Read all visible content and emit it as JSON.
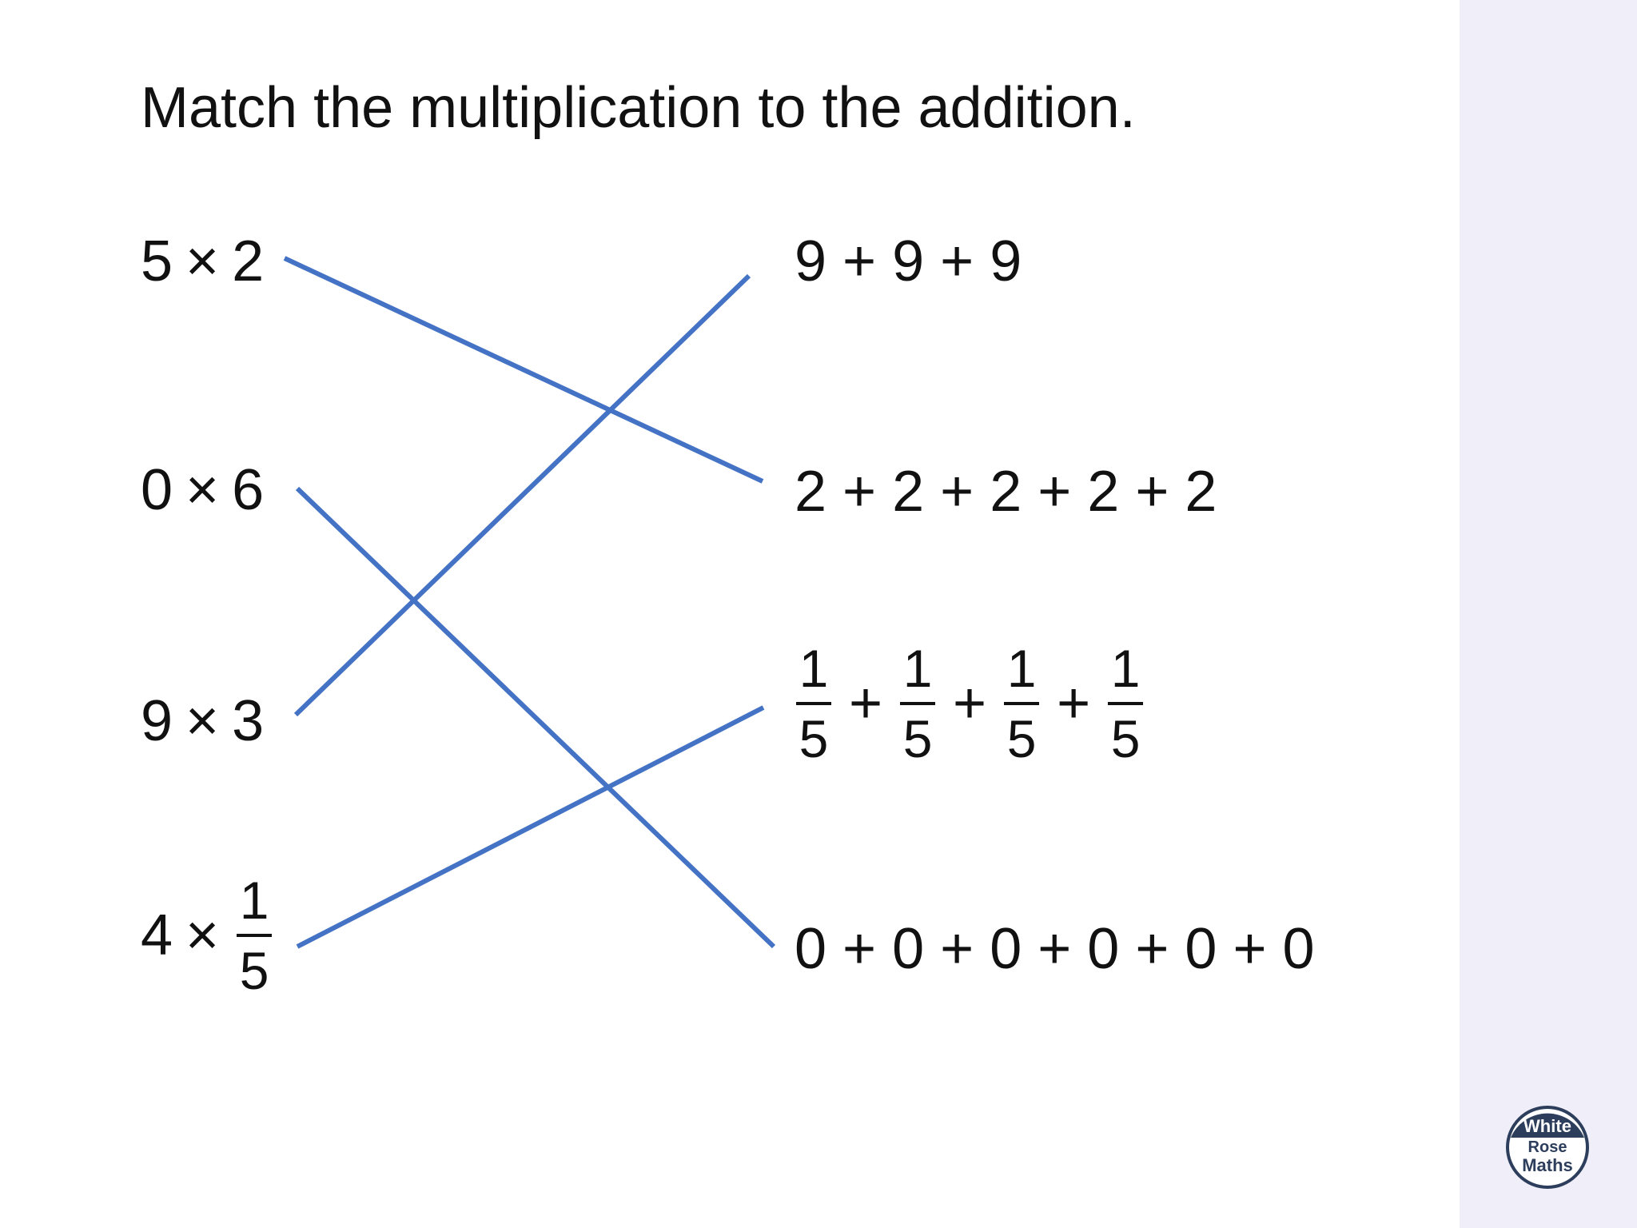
{
  "title": "Match the multiplication to the addition.",
  "left": {
    "items": [
      {
        "a": "5",
        "op": "×",
        "b": "2"
      },
      {
        "a": "0",
        "op": "×",
        "b": "6"
      },
      {
        "a": "9",
        "op": "×",
        "b": "3"
      },
      {
        "a": "4",
        "op": "×",
        "frac_num": "1",
        "frac_den": "5"
      }
    ]
  },
  "right": {
    "items": [
      {
        "text": "9 + 9 + 9"
      },
      {
        "text": "2 + 2 + 2 + 2 + 2"
      },
      {
        "fractions": [
          {
            "num": "1",
            "den": "5"
          },
          {
            "num": "1",
            "den": "5"
          },
          {
            "num": "1",
            "den": "5"
          },
          {
            "num": "1",
            "den": "5"
          }
        ],
        "op": "+"
      },
      {
        "text": "0 + 0 + 0 + 0 + 0 + 0"
      }
    ]
  },
  "matches": [
    {
      "from": "5 × 2",
      "to": "2 + 2 + 2 + 2 + 2"
    },
    {
      "from": "0 × 6",
      "to": "0 + 0 + 0 + 0 + 0 + 0"
    },
    {
      "from": "9 × 3",
      "to": "9 + 9 + 9"
    },
    {
      "from": "4 × 1/5",
      "to": "1/5 + 1/5 + 1/5 + 1/5"
    }
  ],
  "colors": {
    "line": "#4472c4",
    "sidebar": "#f0eef8",
    "text": "#111111"
  },
  "logo": {
    "line1": "White",
    "line2": "Rose",
    "line3": "Maths"
  }
}
